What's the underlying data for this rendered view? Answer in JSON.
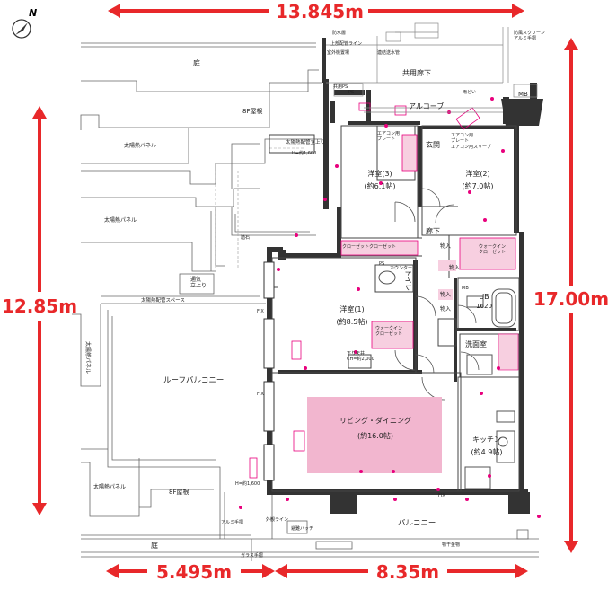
{
  "compass": {
    "north": "N"
  },
  "dimensions": {
    "top_width": "13.845m",
    "left_height": "12.85m",
    "right_height": "17.00m",
    "bottom_left": "5.495m",
    "bottom_right": "8.35m"
  },
  "colors": {
    "dimension_red": "#e8282a",
    "wall": "#333333",
    "line": "#555555",
    "pink_fill": "#f2b6cf",
    "pink_accent": "#e8007d"
  },
  "areas": {
    "niwa_top": "庭",
    "niwa_bottom": "庭",
    "roof_8f_top": "8F屋根",
    "roof_8f_bottom": "8F屋根",
    "solar_panel_1": "太陽熱パネル",
    "solar_panel_2": "太陽熱パネル",
    "solar_panel_left": "太陽熱パネル",
    "solar_panel_bottom": "太陽熱パネル",
    "roof_balcony": "ルーフバルコニー",
    "balcony": "バルコニー",
    "common_corridor": "共用廊下",
    "alcove": "アルコーブ",
    "mb": "MB",
    "solar_pipe_space": "太陽熱配管スペース",
    "solar_pipe_riser": "太陽熱配管立上り",
    "ventilation_riser": "通気\n立上り"
  },
  "rooms": {
    "bedroom3": "洋室(3)",
    "bedroom3_size": "(約6.1帖)",
    "bedroom2": "洋室(2)",
    "bedroom2_size": "(約7.0帖)",
    "bedroom1": "洋室(1)",
    "bedroom1_size": "(約8.5帖)",
    "entrance": "玄関",
    "hallway": "廊下",
    "living_dining": "リビング・ダイニング",
    "living_dining_size": "(約16.0帖)",
    "kitchen": "キッチン",
    "kitchen_size": "(約4.9帖)",
    "washroom": "洗面室",
    "toilet": "トイレ",
    "unit_bath": "UB",
    "unit_bath_size": "1620"
  },
  "labels": {
    "closet_closet": "クローゼットクローゼット",
    "walkin_closet_1": "ウォークイン\nクローゼット",
    "walkin_closet_2": "ウォークイン\nクローゼット",
    "storage_1": "物入",
    "storage_2": "物入",
    "storage_3": "物入",
    "storage_4": "物入",
    "counter": "カウンター",
    "ps1": "PS",
    "ps2": "PS",
    "mb_small": "MB",
    "aircon_plate_1": "エアコン用\nプレート",
    "aircon_plate_2": "エアコン用\nプレート",
    "aircon_sleeve": "エアコン用スリーブ",
    "shared_ps": "共用PS",
    "rain_pipe": "雨どい",
    "ceiling_height": "下り天井\nCH=約2,000",
    "fh_1": "FIX",
    "fh_2": "FIX",
    "fh_3": "FIX",
    "kaisho": "踏石",
    "glass_rail": "ガラス手摺",
    "aluminum_rail": "アルミ手摺",
    "wind_screen": "防風スクリーン\nアルミ手摺",
    "pipe_line": "上部配管ライン",
    "outdoor_unit": "室外機置場",
    "evac_hatch": "避難ハッチ",
    "laundry_rack": "物干金物",
    "wall_height": "H=約1,600",
    "wall_height_2": "H=約1,600",
    "gaikan": "外観ライン",
    "connection": "連結送水管",
    "dashi": "防水層"
  }
}
